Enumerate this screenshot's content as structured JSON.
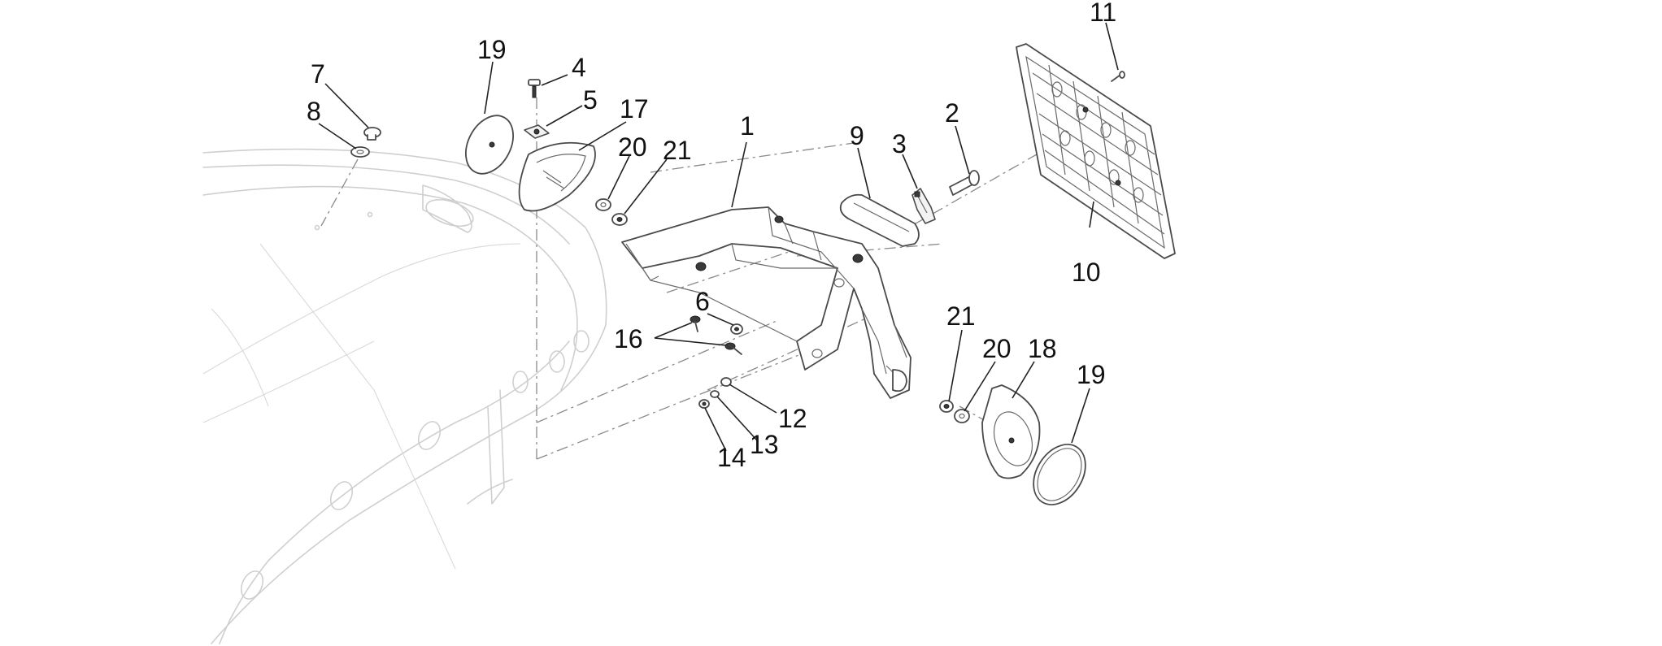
{
  "callouts": {
    "c1": "1",
    "c2": "2",
    "c3": "3",
    "c4": "4",
    "c5": "5",
    "c6": "6",
    "c7": "7",
    "c8": "8",
    "c9": "9",
    "c10": "10",
    "c11": "11",
    "c12": "12",
    "c13": "13",
    "c14": "14",
    "c16": "16",
    "c17": "17",
    "c18": "18",
    "c19a": "19",
    "c19b": "19",
    "c20a": "20",
    "c20b": "20",
    "c21a": "21",
    "c21b": "21"
  }
}
